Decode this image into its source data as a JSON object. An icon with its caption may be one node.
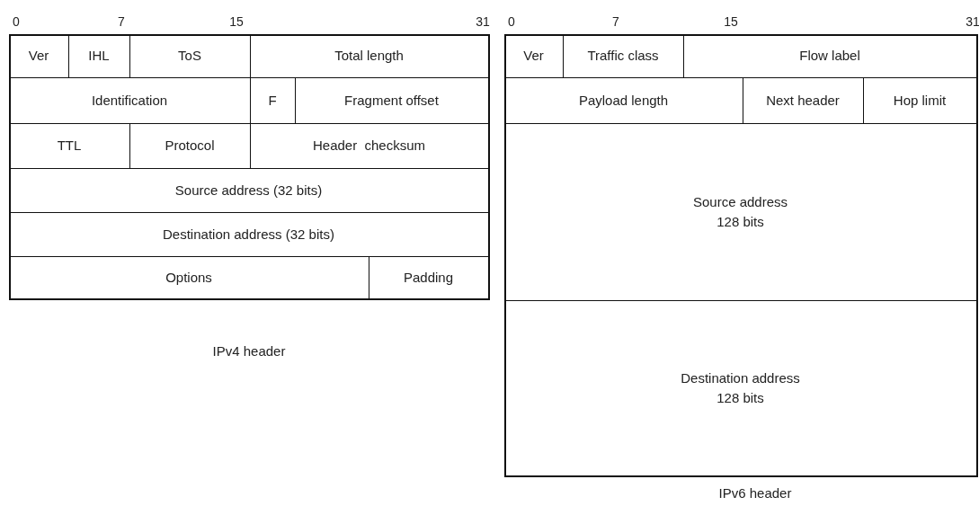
{
  "diagram": {
    "nodes": [
      {
        "text": [],
        "shape": "box",
        "beside": [
          "IPv4 header"
        ]
      },
      {
        "text": [
          "Ver"
        ],
        "in": 0
      },
      {
        "text": [
          "IHL"
        ],
        "in": 0
      },
      {
        "text": [
          "ToS"
        ],
        "in": 0
      },
      {
        "text": [
          "Total length"
        ],
        "in": 0
      },
      {
        "text": [
          "Identification"
        ],
        "in": 0
      },
      {
        "text": [
          "F"
        ],
        "in": 0
      },
      {
        "text": [
          "Fragment offset"
        ],
        "in": 0
      },
      {
        "text": [
          "TTL"
        ],
        "in": 0
      },
      {
        "text": [
          "Protocol"
        ],
        "in": 0
      },
      {
        "text": [
          "Header  checksum"
        ],
        "in": 0
      },
      {
        "text": [
          "Source address (32 bits)"
        ],
        "in": 0
      },
      {
        "text": [
          "Destination address (32 bits)"
        ],
        "in": 0
      },
      {
        "text": [
          "Options"
        ],
        "in": 0
      },
      {
        "text": [
          "Padding"
        ],
        "in": 0
      },
      {
        "text": [],
        "shape": "box",
        "beside": [
          "IPv6 header"
        ]
      },
      {
        "text": [
          "Ver"
        ],
        "in": 15
      },
      {
        "text": [
          "Traffic class"
        ],
        "in": 15
      },
      {
        "text": [
          "Flow label"
        ],
        "in": 15
      },
      {
        "text": [
          "Payload length"
        ],
        "in": 15
      },
      {
        "text": [
          "Next header"
        ],
        "in": 15
      },
      {
        "text": [
          "Hop limit"
        ],
        "in": 15
      },
      {
        "text": [
          "Source address 128 bits"
        ],
        "in": 15
      },
      {
        "text": [
          "Destination address 128 bits"
        ],
        "in": 15
      }
    ],
    "labels": [
      "0",
      "7",
      "15",
      "31",
      "0",
      "7",
      "15",
      "31"
    ]
  }
}
